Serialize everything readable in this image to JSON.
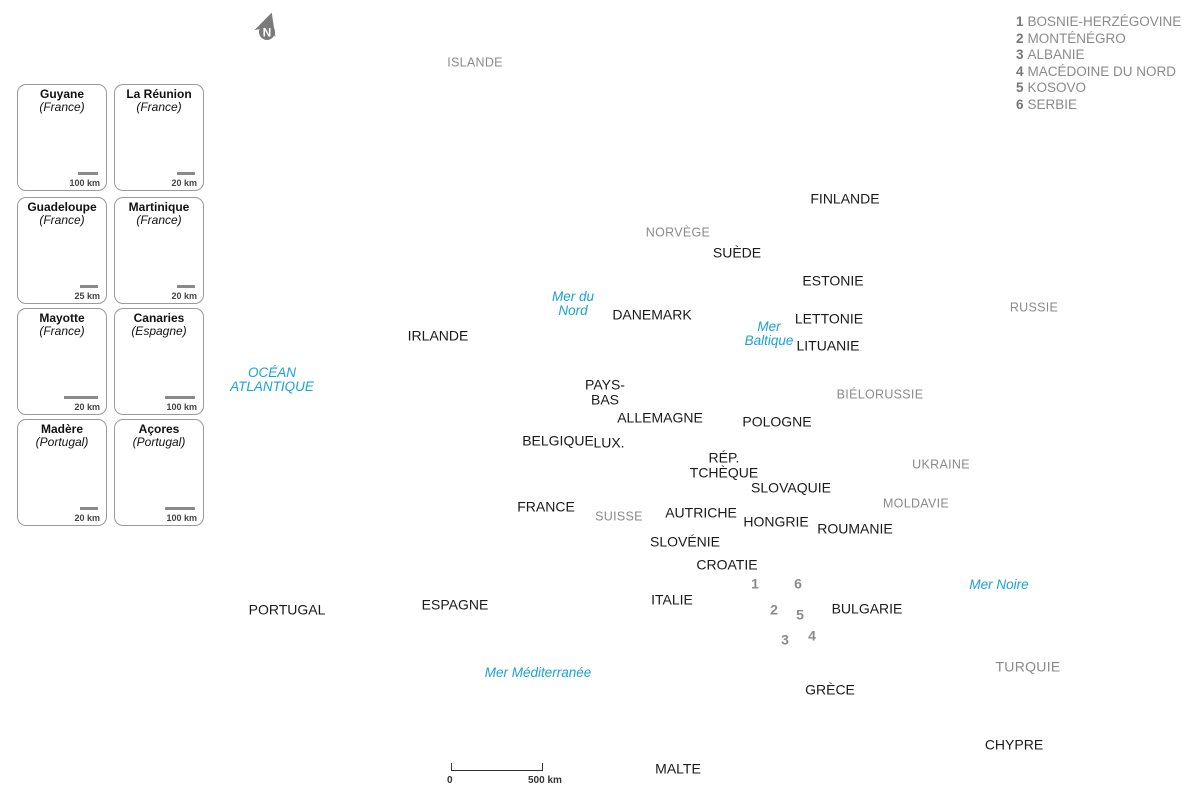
{
  "north_arrow": {
    "label": "N",
    "icon": "north-arrow-icon"
  },
  "insets": [
    {
      "name": "Guyane",
      "country": "(France)",
      "scale": "100 km",
      "bar_fraction": 1.0
    },
    {
      "name": "La Réunion",
      "country": "(France)",
      "scale": "20 km",
      "bar_fraction": 1.0
    },
    {
      "name": "Guadeloupe",
      "country": "(France)",
      "scale": "25 km",
      "bar_fraction": 1.0
    },
    {
      "name": "Martinique",
      "country": "(France)",
      "scale": "20 km",
      "bar_fraction": 1.0
    },
    {
      "name": "Mayotte",
      "country": "(France)",
      "scale": "20 km",
      "bar_fraction": 1.0
    },
    {
      "name": "Canaries",
      "country": "(Espagne)",
      "scale": "100 km",
      "bar_fraction": 1.0
    },
    {
      "name": "Madère",
      "country": "(Portugal)",
      "scale": "20 km",
      "bar_fraction": 1.0
    },
    {
      "name": "Açores",
      "country": "(Portugal)",
      "scale": "100 km",
      "bar_fraction": 1.0
    }
  ],
  "legend": [
    {
      "num": "1",
      "name": "BOSNIE-HERZÉGOVINE"
    },
    {
      "num": "2",
      "name": "MONTÉNÉGRO"
    },
    {
      "num": "3",
      "name": "ALBANIE"
    },
    {
      "num": "4",
      "name": "MACÉDOINE DU NORD"
    },
    {
      "num": "5",
      "name": "KOSOVO"
    },
    {
      "num": "6",
      "name": "SERBIE"
    }
  ],
  "member_states": {
    "finlande": "FINLANDE",
    "suede": "SUÈDE",
    "estonie": "ESTONIE",
    "lettonie": "LETTONIE",
    "lituanie": "LITUANIE",
    "danemark": "DANEMARK",
    "irlande": "IRLANDE",
    "pays_bas": "PAYS-\nBAS",
    "allemagne": "ALLEMAGNE",
    "pologne": "POLOGNE",
    "belgique": "BELGIQUE",
    "lux": "LUX.",
    "rep_tcheque": "RÉP.\nTCHÈQUE",
    "slovaquie": "SLOVAQUIE",
    "france": "FRANCE",
    "autriche": "AUTRICHE",
    "hongrie": "HONGRIE",
    "roumanie": "ROUMANIE",
    "slovenie": "SLOVÉNIE",
    "croatie": "CROATIE",
    "portugal": "PORTUGAL",
    "espagne": "ESPAGNE",
    "italie": "ITALIE",
    "bulgarie": "BULGARIE",
    "grece": "GRÈCE",
    "chypre": "CHYPRE",
    "malte": "MALTE"
  },
  "other_countries": {
    "islande": "ISLANDE",
    "norvege": "NORVÈGE",
    "russie": "RUSSIE",
    "bielorussie": "BIÉLORUSSIE",
    "ukraine": "UKRAINE",
    "moldavie": "MOLDAVIE",
    "suisse": "SUISSE",
    "turquie": "TURQUIE"
  },
  "seas": {
    "ocean_atlantique": "OCÉAN\nATLANTIQUE",
    "mer_du_nord": "Mer du\nNord",
    "mer_baltique": "Mer\nBaltique",
    "mer_noire": "Mer Noire",
    "mer_mediterranee": "Mer Méditerranée"
  },
  "map_numbers": {
    "n1": "1",
    "n2": "2",
    "n3": "3",
    "n4": "4",
    "n5": "5",
    "n6": "6"
  },
  "scale_bar": {
    "start": "0",
    "end": "500 km"
  }
}
